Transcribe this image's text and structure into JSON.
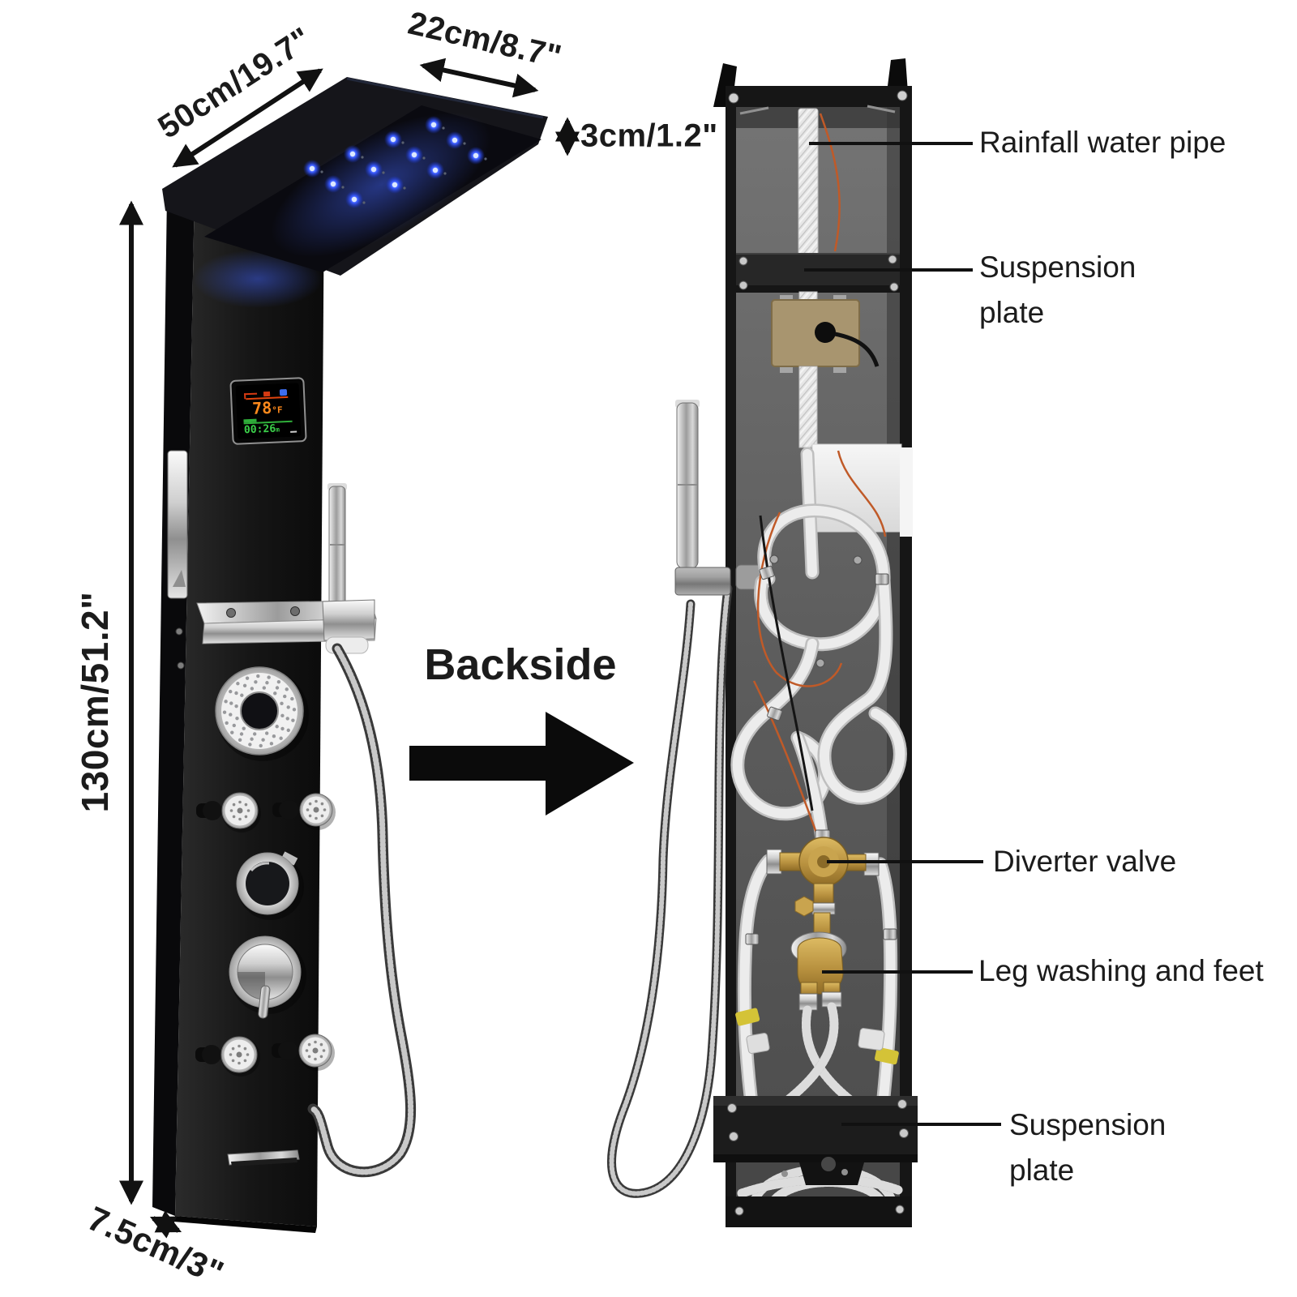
{
  "dimensions": {
    "head_width": "50cm/19.7\"",
    "head_depth": "22cm/8.7\"",
    "head_thickness": "3cm/1.2\"",
    "panel_height": "130cm/51.2\"",
    "panel_depth": "7.5cm/3\""
  },
  "views": {
    "backside_arrow_label": "Backside"
  },
  "callouts": {
    "rainfall_pipe": "Rainfall water pipe",
    "suspension_top_line1": "Suspension",
    "suspension_top_line2": "plate",
    "diverter_valve": "Diverter valve",
    "leg_washing": "Leg washing and feet",
    "suspension_bottom_line1": "Suspension",
    "suspension_bottom_line2": "plate"
  },
  "display": {
    "temperature_value": "78",
    "temperature_unit": "°F",
    "timer_value": "00:26",
    "timer_suffix": "m"
  },
  "colors": {
    "led_blue": "#3a5bff",
    "temp_orange": "#ff8a1c",
    "timer_green": "#3bd04a",
    "brass": "#c9a44e",
    "wire_orange": "#c05a28",
    "tape_yellow": "#d4c337"
  }
}
